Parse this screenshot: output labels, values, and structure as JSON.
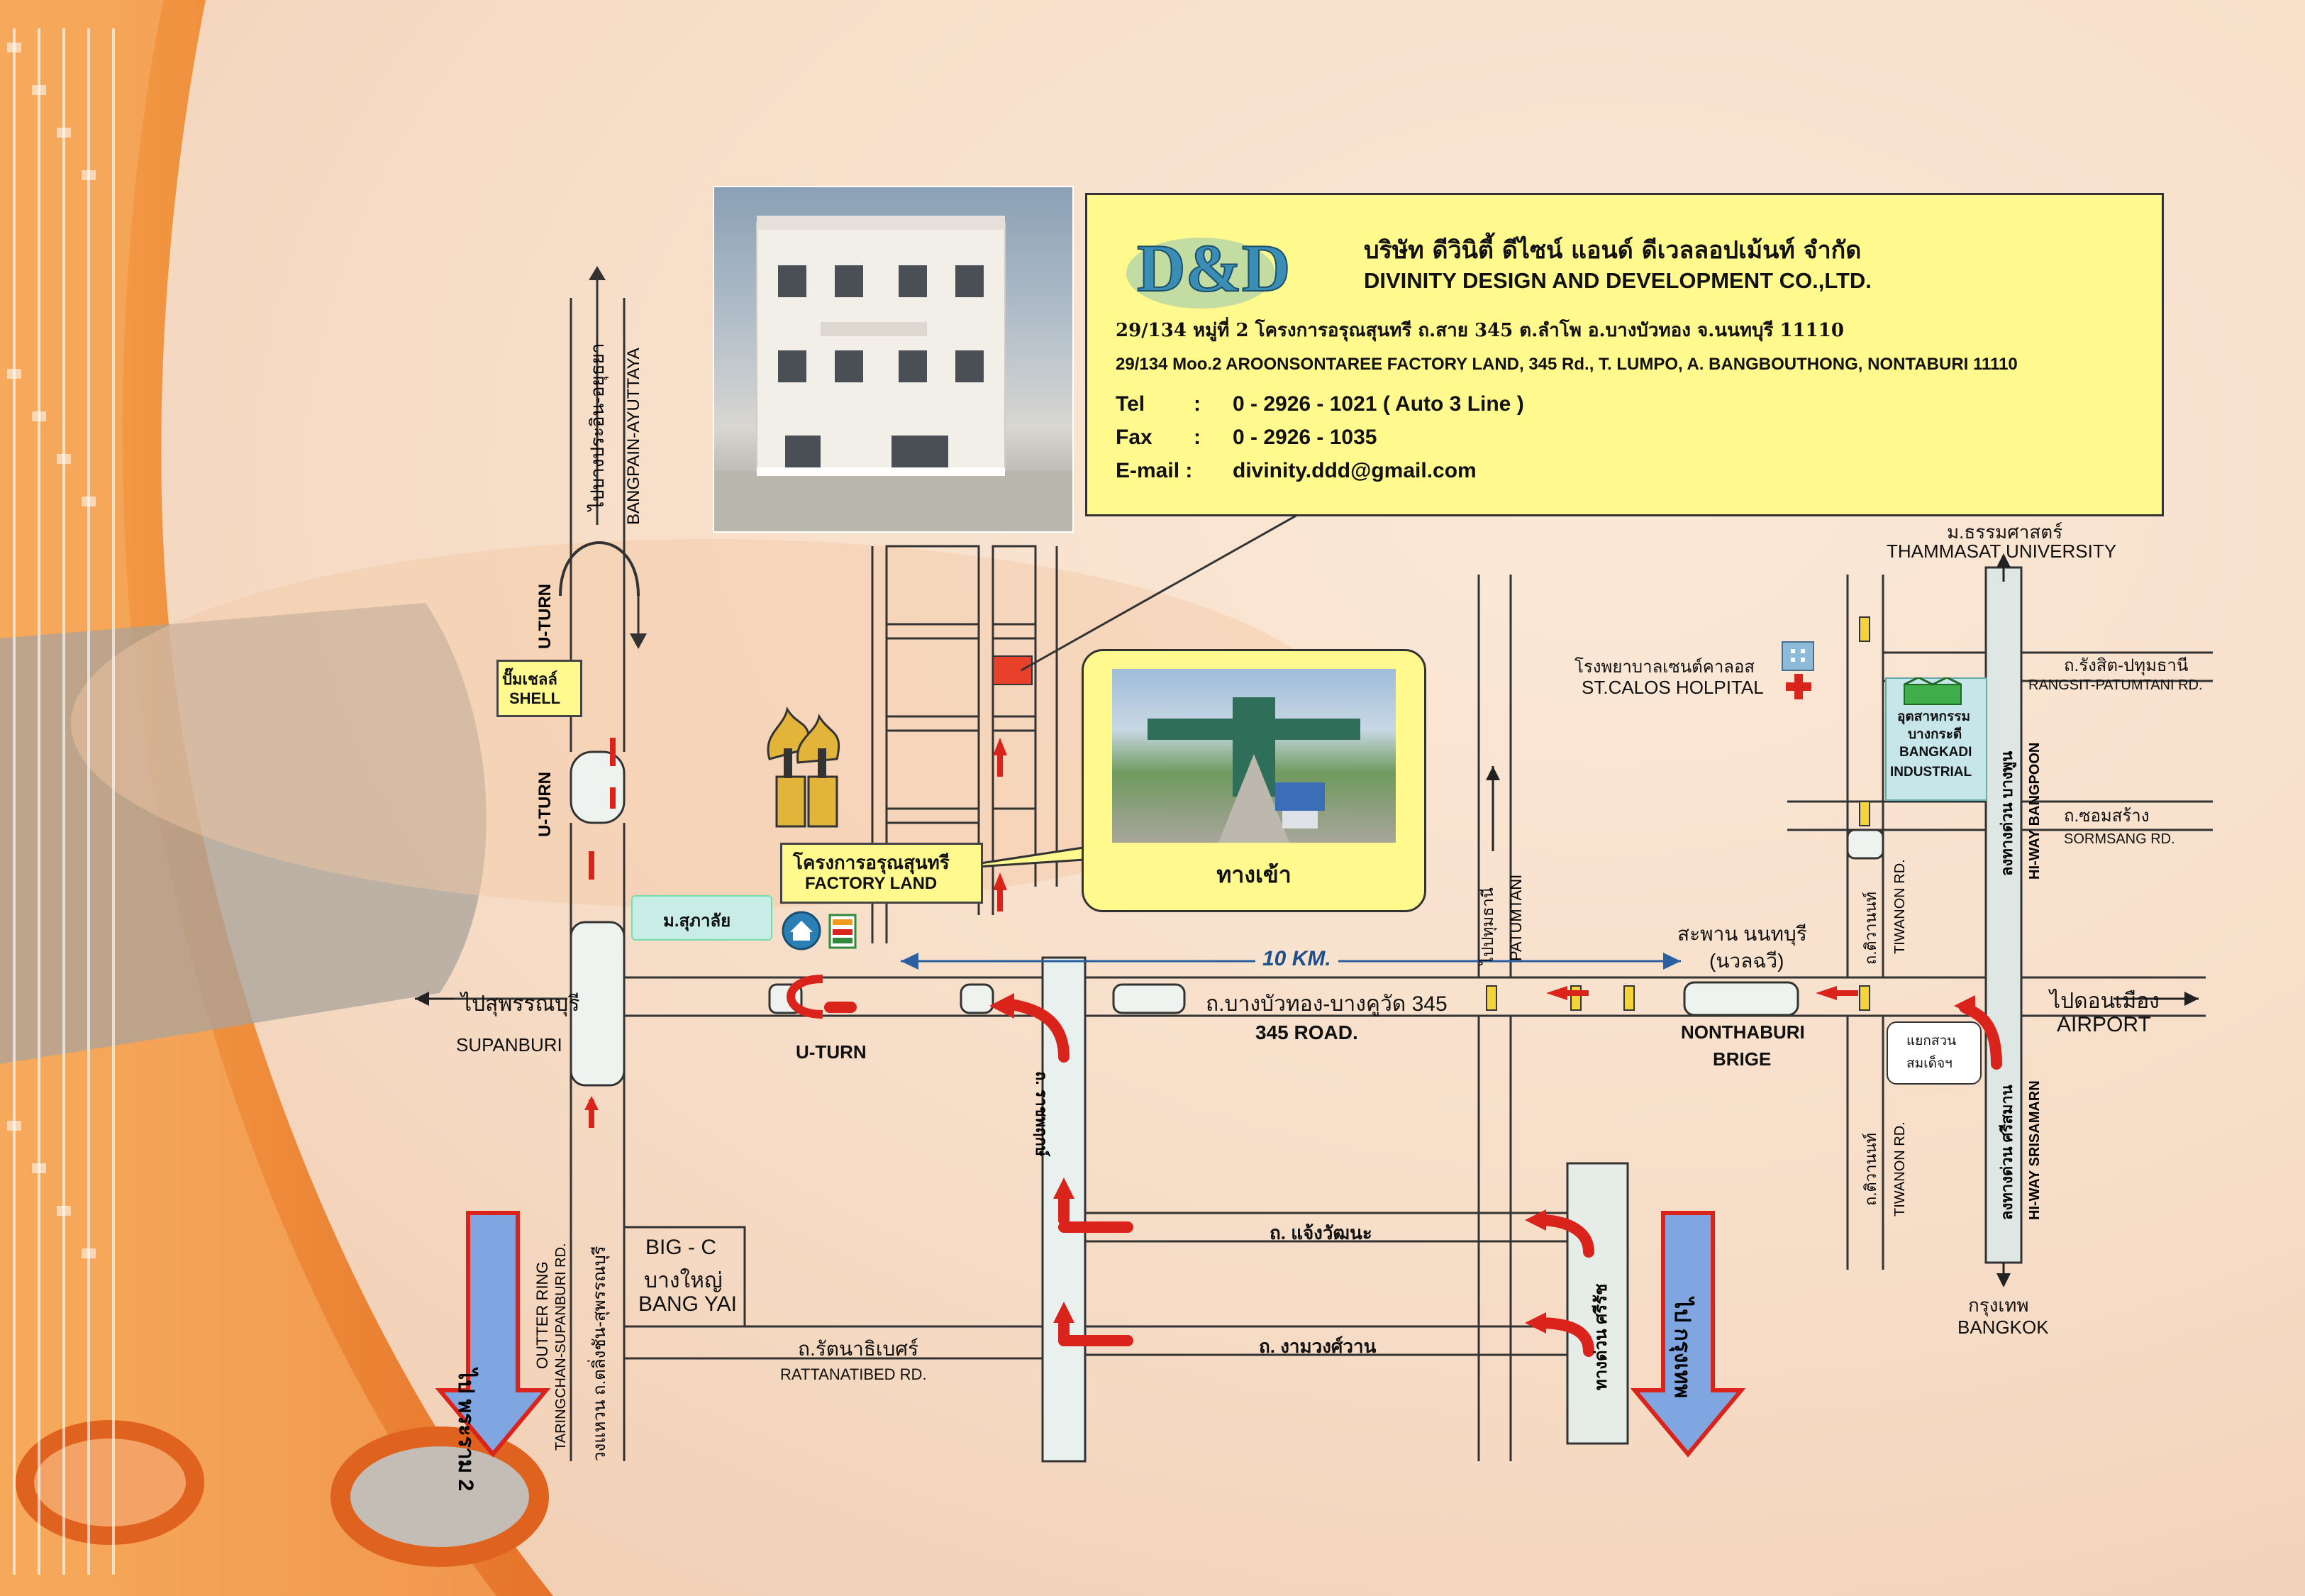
{
  "company": {
    "name_th": "บริษัท ดีวินิตี้ ดีไซน์ แอนด์ ดีเวลลอปเม้นท์ จำกัด",
    "name_en": "DIVINITY DESIGN AND DEVELOPMENT CO.,LTD.",
    "logo_text": "D&D",
    "address_th": "29/134  หมู่ที่ 2 โครงการอรุณสุนทรี ถ.สาย 345  ต.ลำโพ  อ.บางบัวทอง จ.นนทบุรี  11110",
    "address_en": "29/134  Moo.2  AROONSONTAREE FACTORY LAND, 345 Rd., T. LUMPO, A. BANGBOUTHONG,  NONTABURI  11110",
    "tel_label": "Tel",
    "tel_value": "0 - 2926 - 1021  ( Auto 3 Line )",
    "fax_label": "Fax",
    "fax_value": "0 - 2926 - 1035",
    "email_label": "E-mail :",
    "email_value": "divinity.ddd@gmail.com",
    "colon": ":"
  },
  "map": {
    "bangpain_th": "ไปบางประอิน-อยุธยา",
    "bangpain_en": "BANGPAIN-AYUTTAYA",
    "uturn": "U-TURN",
    "shell_th": "ปั๊มเชลล์",
    "shell_en": "SHELL",
    "factory_th": "โครงการอรุณสุนทรี",
    "factory_en": "FACTORY LAND",
    "supalai": "ม.สุภาลัย",
    "entrance": "ทางเข้า",
    "distance": "10  KM.",
    "suphan_th": "ไปสุพรรณบุรี",
    "suphan_en": "SUPANBURI",
    "road345_th": "ถ.บางบัวทอง-บางคูวัด 345",
    "road345_en": "345  ROAD.",
    "patumtani_th": "ไปปทุมธานี",
    "patumtani_en": "PATUMTANI",
    "nonthaburi_bridge_th": "สะพาน นนทบุรี",
    "nonthaburi_bridge_th2": "(นวลฉวี)",
    "nonthaburi_bridge_en1": "NONTHABURI",
    "nonthaburi_bridge_en2": "BRIGE",
    "thammasat_th": "ม.ธรรมศาสตร์",
    "thammasat_en": "THAMMASAT UNIVERSITY",
    "hospital_th": "โรงพยาบาลเซนต์คาลอส",
    "hospital_en": "ST.CALOS HOLPITAL",
    "rangsit_th": "ถ.รังสิต-ปทุมธานี",
    "rangsit_en": "RANGSIT-PATUMTANI RD.",
    "bangkadi_th1": "อุตสาหกรรม",
    "bangkadi_th2": "บางกระดี",
    "bangkadi_en1": "BANGKADI",
    "bangkadi_en2": "INDUSTRIAL",
    "sormsang_th": "ถ.ซอมสร้าง",
    "sormsang_en": "SORMSANG  RD.",
    "airport_th": "ไปดอนเมือง",
    "airport_en": "AIRPORT",
    "tiwanon_th": "ถ.ติวานนท์",
    "tiwanon_en": "TIWANON  RD.",
    "intersection_th1": "แยกสวน",
    "intersection_th2": "สมเด็จฯ",
    "hiway_bangpoon_th": "ลงทางด่วน บางพูน",
    "hiway_bangpoon_en": "HI-WAY  BANGPOON",
    "hiway_srisamarn_th": "ลงทางด่วน ศรีสมาน",
    "hiway_srisamarn_en": "HI-WAY  SRISAMARN",
    "bangkok_th": "กรุงเทพ",
    "bangkok_en": "BANGKOK",
    "ratchaphruek": "ถ. ราชพฤกษ์",
    "chaengwattana": "ถ. แจ้งวัฒนะ",
    "ngamwongwan": "ถ. งามวงศ์วาน",
    "srirat": "ทางด่วน ศรีรัช",
    "bigc1": "BIG - C",
    "bigc2": "บางใหญ่",
    "bigc3": "BANG YAI",
    "rattanatibet_th": "ถ.รัตนาธิเบศร์",
    "rattanatibet_en": "RATTANATIBED RD.",
    "outer_th": "วงแหวน ถ.ตลิ่งชัน-สุพรรณบุรี",
    "outer_en1": "OUTTER  RING",
    "outer_en2": "TARINGCHAN-SUPANBURI RD.",
    "rama2": "ไป พระราม 2",
    "to_bangkok": "ไป กรุงเทพ"
  },
  "colors": {
    "callout_yellow": "#fff98e",
    "arrow_red": "#d9231b",
    "arrow_blue": "#7fa6e0",
    "road_line": "#333333"
  }
}
